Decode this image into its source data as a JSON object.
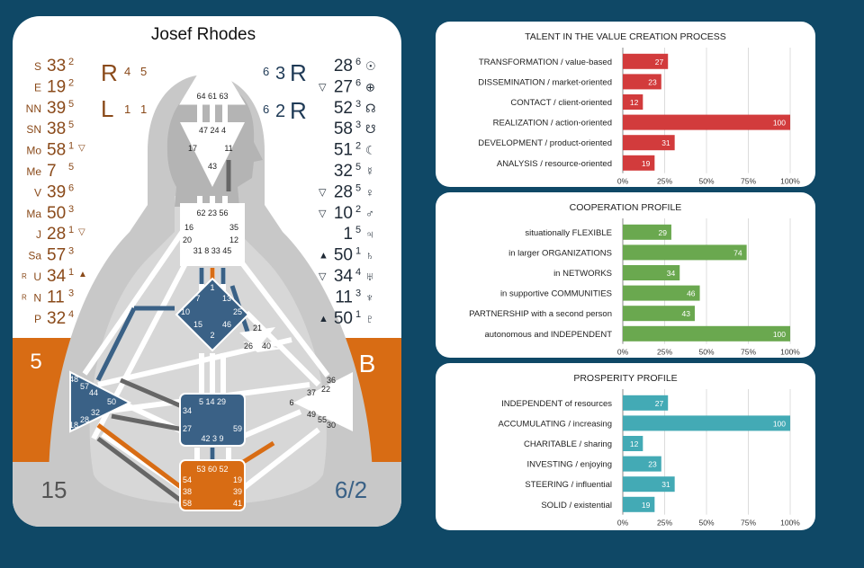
{
  "name": "Josef Rhodes",
  "profile": "6/2",
  "corner_left_number": "15",
  "left_band_label": "5",
  "right_band_label": "B",
  "variables": {
    "left_top": {
      "letter": "R",
      "a": "4",
      "b": "5"
    },
    "left_bottom": {
      "letter": "L",
      "a": "1",
      "b": "1"
    },
    "right_top": {
      "pre": "6",
      "num": "3",
      "letter": "R"
    },
    "right_bottom": {
      "pre": "6",
      "num": "2",
      "letter": "R"
    }
  },
  "design_column": [
    {
      "planet": "S",
      "gate": "33",
      "line": "2",
      "pre": "",
      "mark": ""
    },
    {
      "planet": "E",
      "gate": "19",
      "line": "2",
      "pre": "",
      "mark": ""
    },
    {
      "planet": "NN",
      "gate": "39",
      "line": "5",
      "pre": "",
      "mark": ""
    },
    {
      "planet": "SN",
      "gate": "38",
      "line": "5",
      "pre": "",
      "mark": ""
    },
    {
      "planet": "Mo",
      "gate": "58",
      "line": "1",
      "pre": "",
      "mark": "▽"
    },
    {
      "planet": "Me",
      "gate": "7",
      "line": "5",
      "pre": "",
      "mark": ""
    },
    {
      "planet": "V",
      "gate": "39",
      "line": "6",
      "pre": "",
      "mark": ""
    },
    {
      "planet": "Ma",
      "gate": "50",
      "line": "3",
      "pre": "",
      "mark": ""
    },
    {
      "planet": "J",
      "gate": "28",
      "line": "1",
      "pre": "",
      "mark": "▽"
    },
    {
      "planet": "Sa",
      "gate": "57",
      "line": "3",
      "pre": "",
      "mark": ""
    },
    {
      "planet": "U",
      "gate": "34",
      "line": "1",
      "pre": "R",
      "mark": "▲"
    },
    {
      "planet": "N",
      "gate": "11",
      "line": "3",
      "pre": "R",
      "mark": ""
    },
    {
      "planet": "P",
      "gate": "32",
      "line": "4",
      "pre": "",
      "mark": ""
    }
  ],
  "personality_column": [
    {
      "gate": "28",
      "line": "6",
      "symbol": "☉",
      "pre": ""
    },
    {
      "gate": "27",
      "line": "6",
      "symbol": "⊕",
      "pre": "▽"
    },
    {
      "gate": "52",
      "line": "3",
      "symbol": "☊",
      "pre": ""
    },
    {
      "gate": "58",
      "line": "3",
      "symbol": "☋",
      "pre": ""
    },
    {
      "gate": "51",
      "line": "2",
      "symbol": "☾",
      "pre": ""
    },
    {
      "gate": "32",
      "line": "5",
      "symbol": "☿",
      "pre": ""
    },
    {
      "gate": "28",
      "line": "5",
      "symbol": "♀",
      "pre": "▽"
    },
    {
      "gate": "10",
      "line": "2",
      "symbol": "♂",
      "pre": "▽"
    },
    {
      "gate": "1",
      "line": "5",
      "symbol": "♃",
      "pre": ""
    },
    {
      "gate": "50",
      "line": "1",
      "symbol": "♄",
      "pre": "▲"
    },
    {
      "gate": "34",
      "line": "4",
      "symbol": "♅",
      "pre": "▽"
    },
    {
      "gate": "11",
      "line": "3",
      "symbol": "♆",
      "pre": ""
    },
    {
      "gate": "50",
      "line": "1",
      "symbol": "♇",
      "pre": "▲"
    }
  ],
  "gates": {
    "head": "64 61 63",
    "ajna_top": "47 24 4",
    "ajna_mid": [
      "17",
      "11"
    ],
    "ajna_bottom": "43",
    "throat_row1": "62 23 56",
    "throat_row2": [
      "16",
      "35"
    ],
    "throat_row3": [
      "20",
      "12"
    ],
    "throat_row4": "31 8 33 45",
    "g_center": [
      "1",
      "7",
      "13",
      "10",
      "25",
      "15",
      "46",
      "2"
    ],
    "ego": [
      "21",
      "26",
      "40"
    ],
    "spleen": [
      "48",
      "57",
      "44",
      "50",
      "32",
      "28",
      "18"
    ],
    "sacral": [
      "5 14 29",
      "34",
      "27",
      "59",
      "42 3 9"
    ],
    "solar_plexus": [
      "36",
      "22",
      "37",
      "6",
      "49",
      "55",
      "30"
    ],
    "root": [
      "53 60 52",
      "54",
      "19",
      "38",
      "39",
      "58",
      "41"
    ]
  },
  "colors": {
    "accent_orange": "#d86c14",
    "blue_center": "#3a6186",
    "silhouette": "#c8c8c8",
    "background": "#0f4866",
    "red": "#d23b3c",
    "green": "#6aa84f",
    "teal": "#43aab5"
  },
  "charts_data": [
    {
      "type": "bar",
      "title": "TALENT IN THE VALUE CREATION PROCESS",
      "categories": [
        "TRANSFORMATION / value-based",
        "DISSEMINATION / market-oriented",
        "CONTACT / client-oriented",
        "REALIZATION / action-oriented",
        "DEVELOPMENT / product-oriented",
        "ANALYSIS / resource-oriented"
      ],
      "values": [
        27,
        23,
        12,
        100,
        31,
        19
      ],
      "xlim": [
        0,
        100
      ],
      "ticks": [
        "0%",
        "25%",
        "50%",
        "75%",
        "100%"
      ],
      "color": "#d23b3c"
    },
    {
      "type": "bar",
      "title": "COOPERATION PROFILE",
      "categories": [
        "situationally FLEXIBLE",
        "in larger ORGANIZATIONS",
        "in NETWORKS",
        "in supportive COMMUNITIES",
        "PARTNERSHIP with a second person",
        "autonomous and INDEPENDENT"
      ],
      "values": [
        29,
        74,
        34,
        46,
        43,
        100
      ],
      "xlim": [
        0,
        100
      ],
      "ticks": [
        "0%",
        "25%",
        "50%",
        "75%",
        "100%"
      ],
      "color": "#6aa84f"
    },
    {
      "type": "bar",
      "title": "PROSPERITY PROFILE",
      "categories": [
        "INDEPENDENT of resources",
        "ACCUMULATING / increasing",
        "CHARITABLE / sharing",
        "INVESTING / enjoying",
        "STEERING / influential",
        "SOLID / existential"
      ],
      "values": [
        27,
        100,
        12,
        23,
        31,
        19
      ],
      "xlim": [
        0,
        100
      ],
      "ticks": [
        "0%",
        "25%",
        "50%",
        "75%",
        "100%"
      ],
      "color": "#43aab5"
    }
  ]
}
